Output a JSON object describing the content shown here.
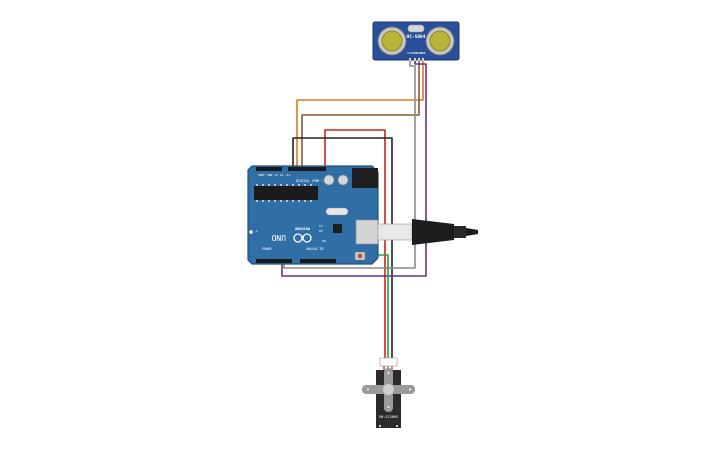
{
  "sensor": {
    "label": "HC-SR04",
    "pin_labels": [
      "VCC",
      "TRIG",
      "ECHO",
      "GND"
    ]
  },
  "arduino": {
    "brand": "UNO",
    "model": "ARDUINO",
    "digital_header_label": "DIGITAL (PWM ~)",
    "analog_header_label": "ANALOG IN",
    "power_header_label": "POWER",
    "on_label": "ON",
    "tx_label": "TX",
    "rx_label": "RX",
    "l_label": "L"
  },
  "servo": {
    "label": "SM-S2309S"
  },
  "colors": {
    "board": "#2f6fa6",
    "board_edge": "#1f507e",
    "sensor_board": "#2a4f9a",
    "wire_orange": "#e07b1a",
    "wire_brown": "#8a5a32",
    "wire_red": "#cc2222",
    "wire_black": "#222222",
    "wire_purple": "#6a2f8c",
    "wire_gray": "#8a8a8a",
    "wire_green": "#2f9a3a",
    "servo_body": "#2b2b2b",
    "servo_horn": "#9a9a9a"
  }
}
